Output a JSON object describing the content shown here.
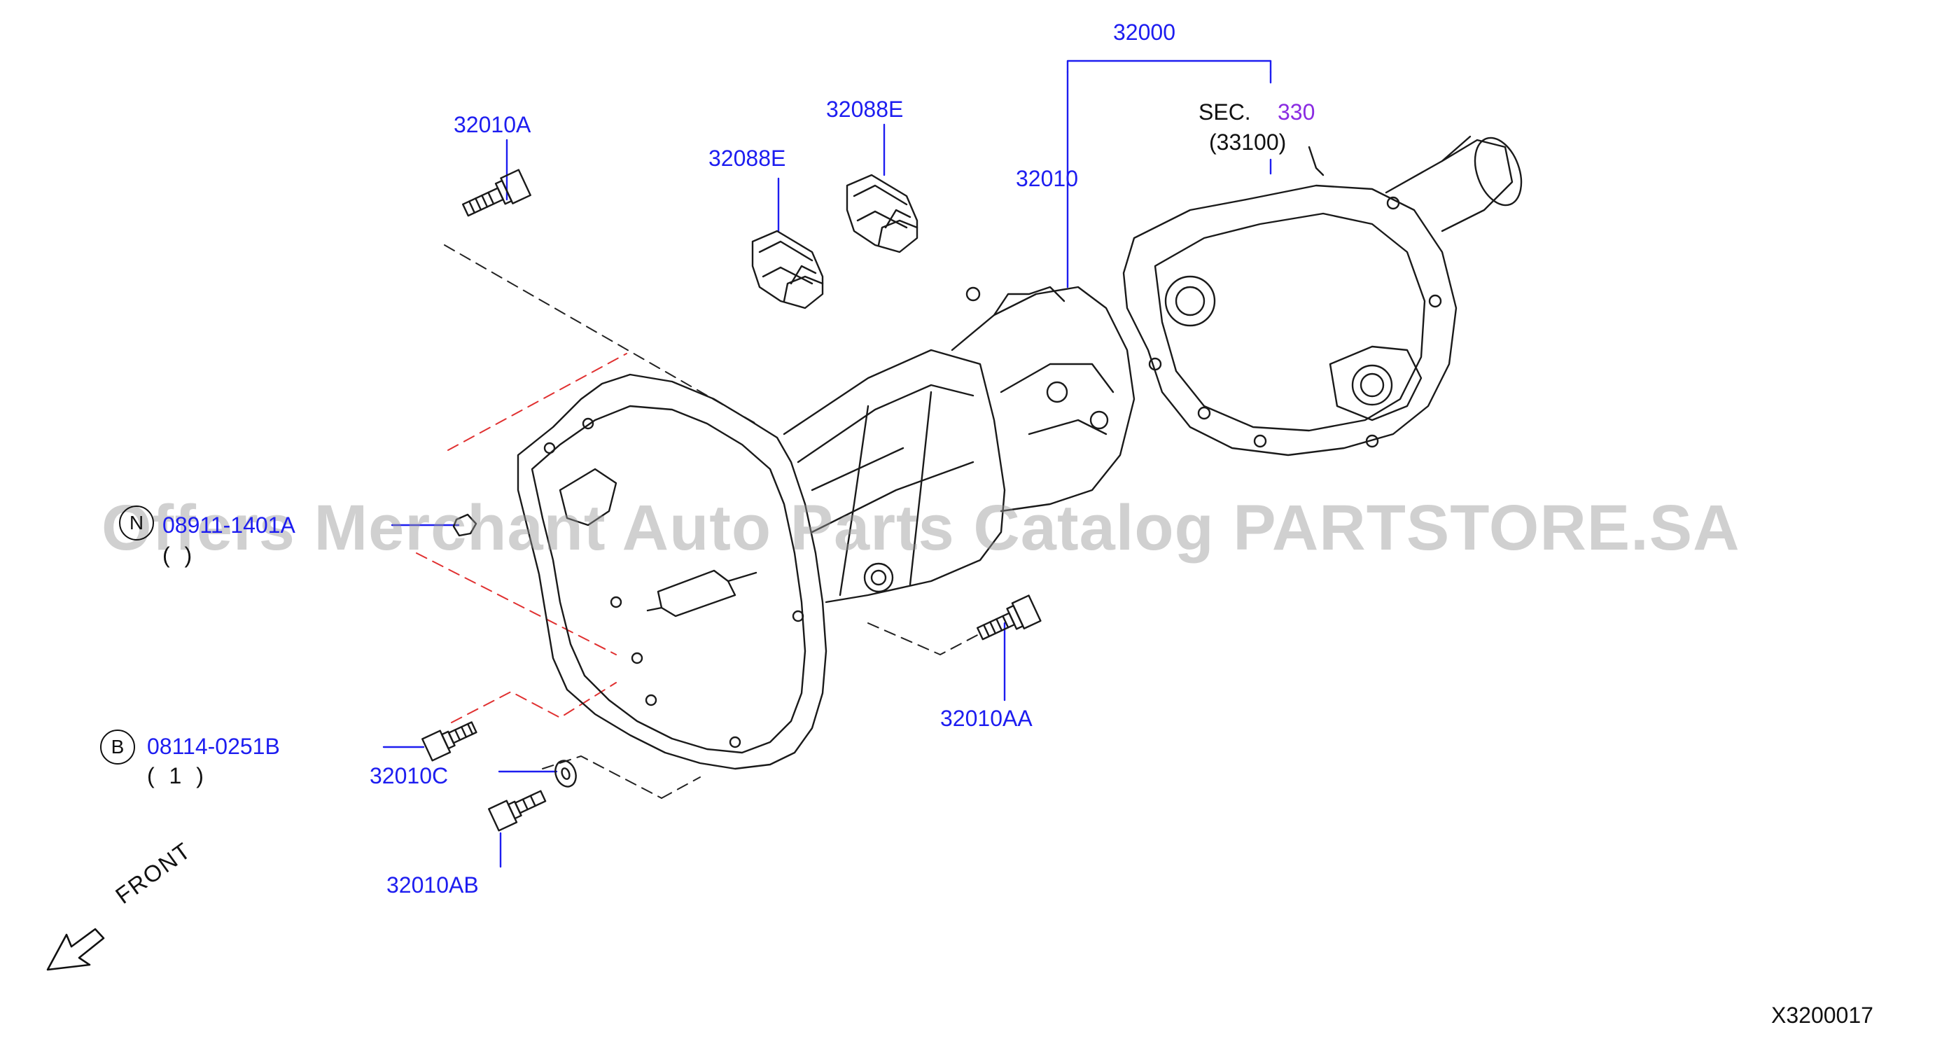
{
  "labels": {
    "assembly": "32000",
    "sec_prefix": "SEC.",
    "sec_number": "330",
    "sec_sub": "(33100)",
    "transmission": "32010",
    "bolt_a": "32010A",
    "mount_e_upper": "32088E",
    "mount_e_lower": "32088E",
    "bolt_aa": "32010AA",
    "bolt_c": "32010C",
    "bolt_ab": "32010AB",
    "part_n": "08911-1401A",
    "part_n_qty": "( )",
    "part_b": "08114-0251B",
    "part_b_qty": "( 1 )",
    "diagram_code": "X3200017",
    "front": "FRONT"
  },
  "badges": {
    "n": "N",
    "b": "B"
  },
  "watermark": "Offers Merchant Auto Parts Catalog PARTSTORE.SA",
  "colors": {
    "label": "#1d1df0",
    "sec_number": "#8a2be2",
    "red_dash": "#e03030",
    "line": "#111111"
  }
}
